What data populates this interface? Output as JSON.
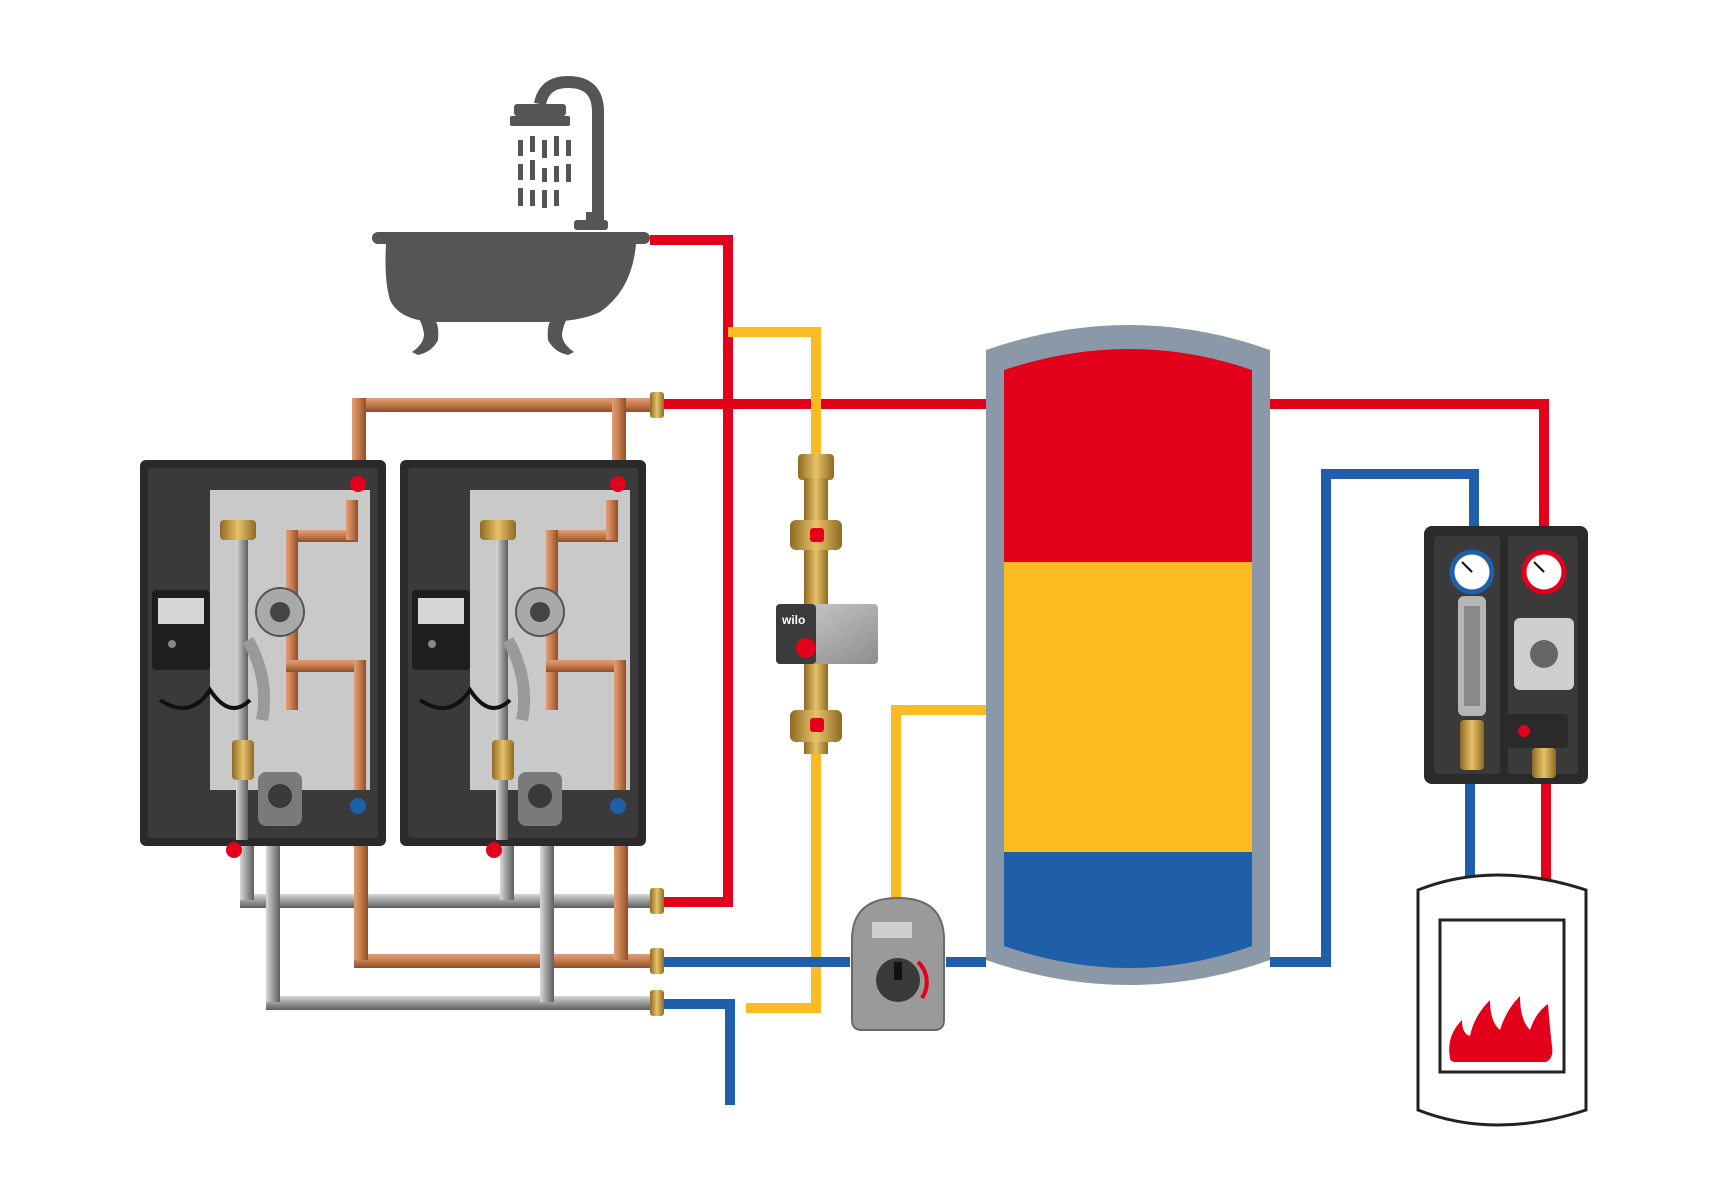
{
  "diagram": {
    "components": {
      "bathtub": "bathtub-shower-icon",
      "station_left": "fresh-water-station",
      "station_right": "fresh-water-station",
      "circulation_pump": "circulation-pump",
      "valve_actuator": "motorized-valve-actuator",
      "storage_tank": "buffer-storage-tank",
      "pump_group": "heating-pump-group",
      "boiler": "boiler-flame-icon"
    },
    "pump_brand": "wilo",
    "colors": {
      "hot": "#e2001a",
      "warm": "#fbbb21",
      "cold": "#1f5faa",
      "tank_shell": "#8a98a8",
      "icon_gray": "#555555",
      "housing": "#2a2a2a",
      "copper": "#c47a4a",
      "steel": "#9a9a9a",
      "brass": "#c8a14a"
    }
  }
}
